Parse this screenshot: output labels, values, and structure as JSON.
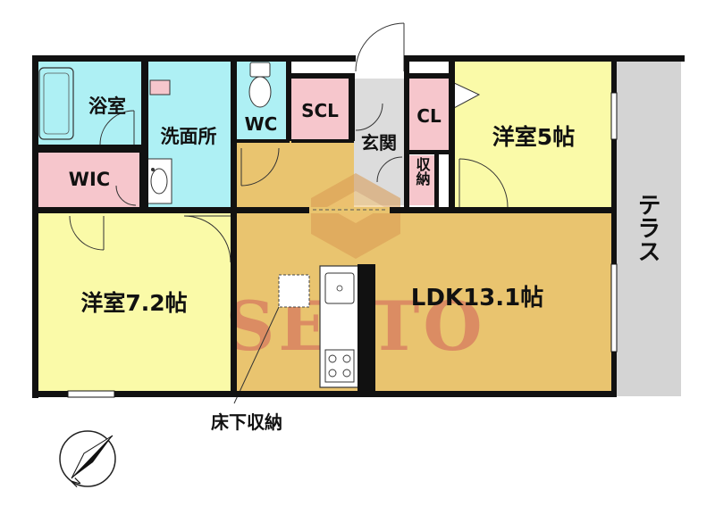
{
  "rooms": {
    "bathroom": "浴室",
    "washroom": "洗面所",
    "toilet": "WC",
    "shoe_closet": "SCL",
    "entrance": "玄関",
    "closet": "CL",
    "western_5": "洋室5帖",
    "storage": "収納",
    "wic": "WIC",
    "western_72": "洋室7.2帖",
    "ldk": "LDK13.1帖",
    "terrace": "テラス"
  },
  "annotations": {
    "underfloor_storage": "床下収納",
    "compass_north": "N"
  },
  "watermark": "SEITO",
  "colors": {
    "ldk_floor": "#e9c46f",
    "western_floor": "#fafaa8",
    "wet_area": "#aef0f4",
    "closet": "#f6c6cc",
    "entrance": "#dcdcdc",
    "terrace": "#d4d4d4",
    "wall": "#111111"
  }
}
